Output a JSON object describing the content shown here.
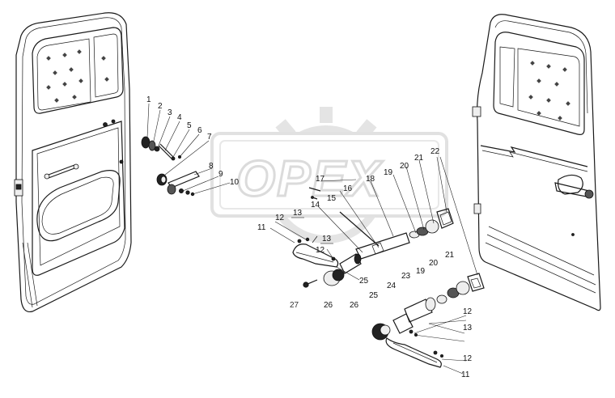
{
  "watermark": {
    "text": "OPEX"
  },
  "callouts": [
    {
      "id": "c1",
      "text": "1"
    },
    {
      "id": "c2",
      "text": "2"
    },
    {
      "id": "c3",
      "text": "3"
    },
    {
      "id": "c4",
      "text": "4"
    },
    {
      "id": "c5",
      "text": "5"
    },
    {
      "id": "c6",
      "text": "6"
    },
    {
      "id": "c7",
      "text": "7"
    },
    {
      "id": "c8",
      "text": "8"
    },
    {
      "id": "c9",
      "text": "9"
    },
    {
      "id": "c10",
      "text": "10"
    },
    {
      "id": "c17",
      "text": "17"
    },
    {
      "id": "c18",
      "text": "18"
    },
    {
      "id": "c19a",
      "text": "19"
    },
    {
      "id": "c20a",
      "text": "20"
    },
    {
      "id": "c21a",
      "text": "21"
    },
    {
      "id": "c22",
      "text": "22"
    },
    {
      "id": "c16",
      "text": "16"
    },
    {
      "id": "c14",
      "text": "14"
    },
    {
      "id": "c15",
      "text": "15"
    },
    {
      "id": "c13a",
      "text": "13"
    },
    {
      "id": "c12a",
      "text": "12"
    },
    {
      "id": "c11a",
      "text": "11"
    },
    {
      "id": "c13b",
      "text": "13"
    },
    {
      "id": "c12b",
      "text": "12"
    },
    {
      "id": "c25a",
      "text": "25"
    },
    {
      "id": "c26a",
      "text": "26"
    },
    {
      "id": "c27",
      "text": "27"
    },
    {
      "id": "c24",
      "text": "24"
    },
    {
      "id": "c23",
      "text": "23"
    },
    {
      "id": "c19b",
      "text": "19"
    },
    {
      "id": "c20b",
      "text": "20"
    },
    {
      "id": "c21b",
      "text": "21"
    },
    {
      "id": "c25b",
      "text": "25"
    },
    {
      "id": "c26b",
      "text": "26"
    },
    {
      "id": "c12c",
      "text": "12"
    },
    {
      "id": "c13c",
      "text": "13"
    },
    {
      "id": "c12d",
      "text": "12"
    },
    {
      "id": "c11b",
      "text": "11"
    }
  ]
}
